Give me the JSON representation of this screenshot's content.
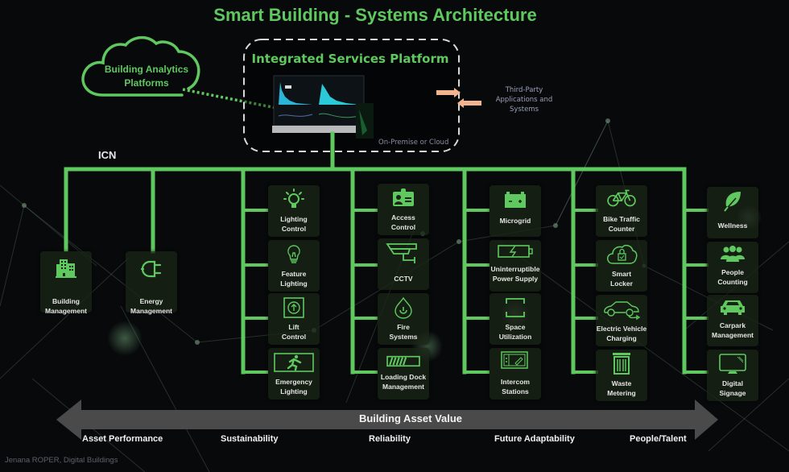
{
  "title": "Smart Building - Systems Architecture",
  "colors": {
    "accent": "#5fc95f",
    "background": "#07090b",
    "arrow": "#4a4a4a",
    "inbound_arrow": "#f2b48c"
  },
  "cloud": {
    "label_line1": "Building Analytics",
    "label_line2": "Platforms",
    "icon": "cloud-icon"
  },
  "platform": {
    "title": "Integrated Services Platform",
    "deployment": "On-Premise or Cloud",
    "image": "dashboard-monitor-image"
  },
  "third_party": {
    "line1": "Third-Party",
    "line2": "Applications and",
    "line3": "Systems"
  },
  "network": {
    "label": "ICN"
  },
  "systems": {
    "building_management": {
      "line1": "Building",
      "line2": "Management",
      "icon": "building-icon"
    },
    "energy_management": {
      "line1": "Energy",
      "line2": "Management",
      "icon": "plug-icon"
    },
    "lighting_control": {
      "line1": "Lighting",
      "line2": "Control",
      "icon": "lightbulb-on-icon"
    },
    "feature_lighting": {
      "line1": "Feature",
      "line2": "Lighting",
      "icon": "lightbulb-icon"
    },
    "lift_control": {
      "line1": "Lift",
      "line2": "Control",
      "icon": "lift-up-icon"
    },
    "emergency_lighting": {
      "line1": "Emergency",
      "line2": "Lighting",
      "icon": "exit-running-icon"
    },
    "access_control": {
      "line1": "Access",
      "line2": "Control",
      "icon": "id-badge-icon"
    },
    "cctv": {
      "line1": "CCTV",
      "line2": "",
      "icon": "cctv-camera-icon"
    },
    "fire_systems": {
      "line1": "Fire",
      "line2": "Systems",
      "icon": "fire-icon"
    },
    "loading_dock": {
      "line1": "Loading Dock",
      "line2": "Management",
      "icon": "loading-bar-icon"
    },
    "microgrid": {
      "line1": "Microgrid",
      "line2": "",
      "icon": "battery-icon"
    },
    "ups": {
      "line1": "Uninterruptible",
      "line2": "Power Supply",
      "icon": "charging-battery-icon"
    },
    "space_utilization": {
      "line1": "Space",
      "line2": "Utilization",
      "icon": "floor-space-icon"
    },
    "intercom": {
      "line1": "Intercom",
      "line2": "Stations",
      "icon": "intercom-panel-icon"
    },
    "bike_traffic": {
      "line1": "Bike Traffic",
      "line2": "Counter",
      "icon": "bicycle-icon"
    },
    "smart_locker": {
      "line1": "Smart",
      "line2": "Locker",
      "icon": "cloud-lock-icon"
    },
    "ev_charging": {
      "line1": "Electric Vehicle",
      "line2": "Charging",
      "icon": "electric-car-icon"
    },
    "waste_metering": {
      "line1": "Waste",
      "line2": "Metering",
      "icon": "trash-bin-icon"
    },
    "wellness": {
      "line1": "Wellness",
      "line2": "",
      "icon": "leaf-icon"
    },
    "people_counting": {
      "line1": "People",
      "line2": "Counting",
      "icon": "people-group-icon"
    },
    "carpark": {
      "line1": "Carpark",
      "line2": "Management",
      "icon": "car-icon"
    },
    "digital_signage": {
      "line1": "Digital",
      "line2": "Signage",
      "icon": "monitor-icon"
    }
  },
  "value_axis": {
    "label": "Building Asset Value",
    "categories": [
      "Asset Performance",
      "Sustainability",
      "Reliability",
      "Future Adaptability",
      "People/Talent"
    ]
  },
  "credit": "Jenana ROPER, Digital Buildings"
}
